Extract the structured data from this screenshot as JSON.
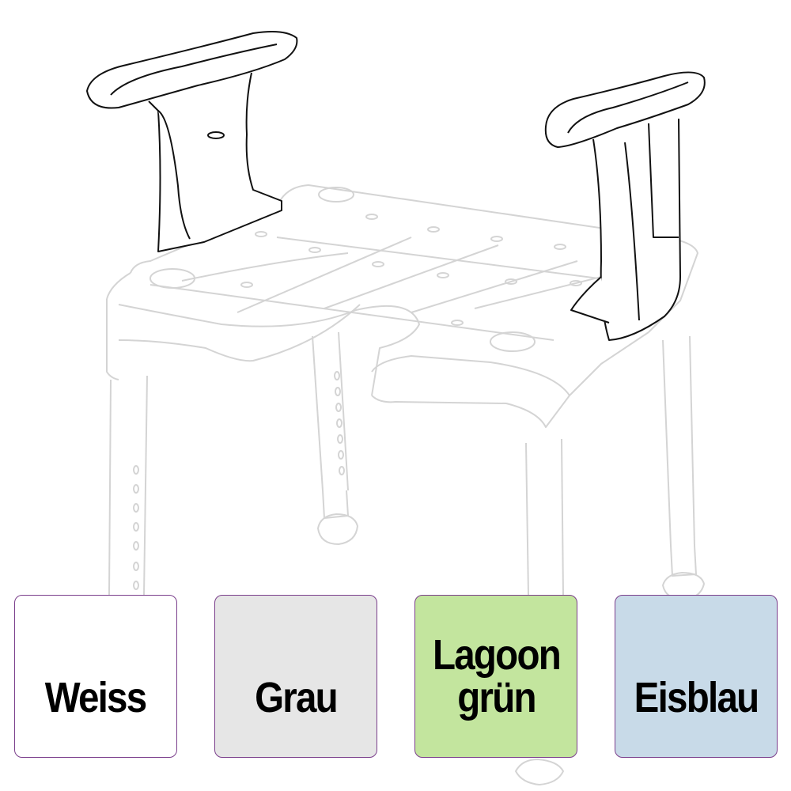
{
  "product": {
    "illustration_icon": "shower-chair-armrests-illustration"
  },
  "colors": {
    "accent_border": "#7b3f8c",
    "faded_line": "#d4d4d4",
    "armrest_line": "#111111"
  },
  "swatches": [
    {
      "label": "Weiss",
      "color": "#ffffff"
    },
    {
      "label": "Grau",
      "color": "#e6e6e6"
    },
    {
      "label": "Lagoon\ngrün",
      "color": "#c3e59e"
    },
    {
      "label": "Eisblau",
      "color": "#c8dae8"
    }
  ]
}
